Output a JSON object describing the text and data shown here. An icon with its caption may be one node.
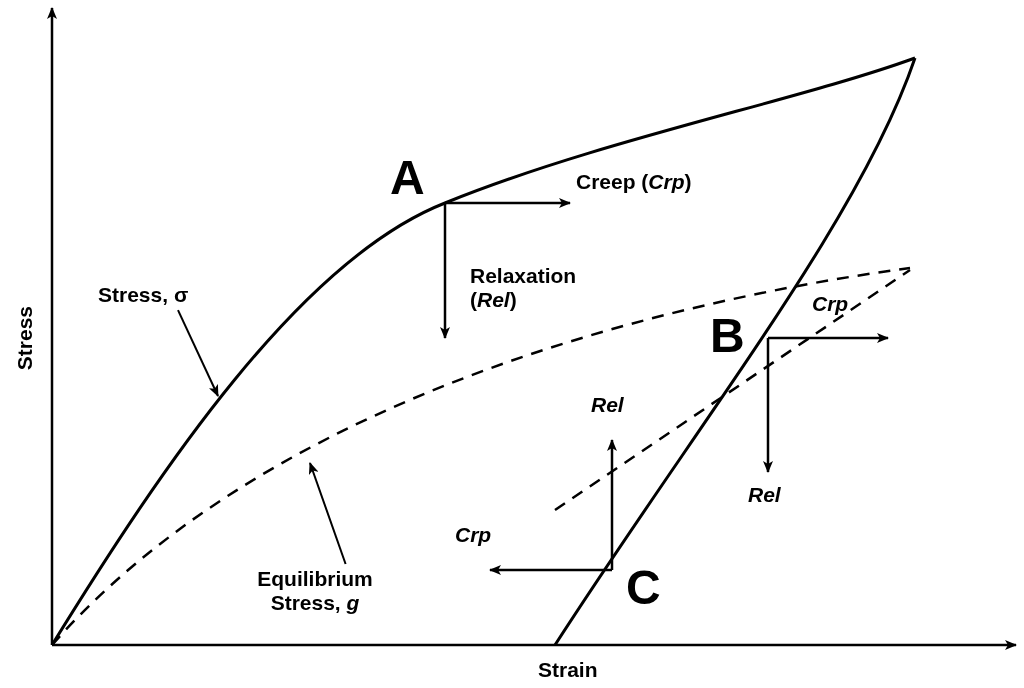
{
  "diagram": {
    "nodes": [
      {
        "text": [
          "Stress, σ"
        ]
      },
      {
        "text": [
          "Equilibrium Stress, *g*"
        ]
      }
    ],
    "edges": [
      {
        "from": 0,
        "to": null,
        "arrow": "to"
      },
      {
        "from": 1,
        "to": null,
        "arrow": "to"
      }
    ],
    "labels": [
      "A",
      "Creep (*Crp*)",
      "Relaxation (*Rel*)",
      "Stress",
      "B",
      "Crp",
      "Rel",
      "Rel",
      "Crp",
      "C",
      "Strain"
    ]
  }
}
